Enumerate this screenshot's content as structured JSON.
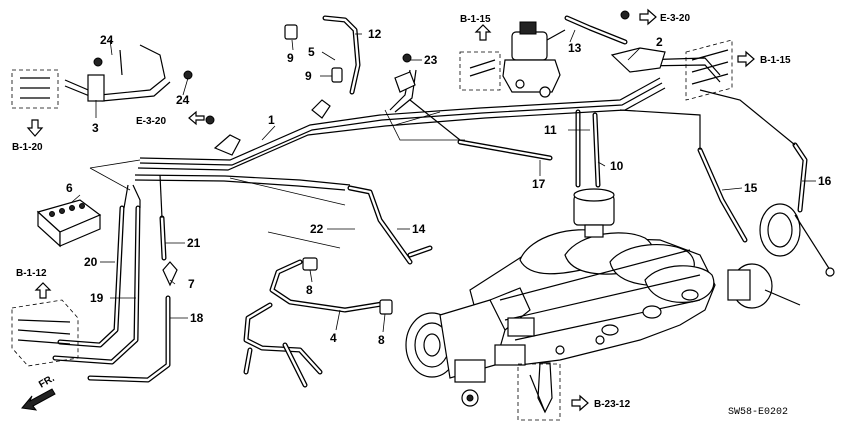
{
  "diagram": {
    "drawing_code": "SW58-E0202",
    "front_label": "FR.",
    "callouts": {
      "c1": "1",
      "c2": "2",
      "c3": "3",
      "c4": "4",
      "c5": "5",
      "c6": "6",
      "c7": "7",
      "c8a": "8",
      "c8b": "8",
      "c9a": "9",
      "c9b": "9",
      "c10": "10",
      "c11": "11",
      "c12": "12",
      "c13": "13",
      "c14": "14",
      "c15": "15",
      "c16": "16",
      "c17": "17",
      "c18": "18",
      "c19": "19",
      "c20": "20",
      "c21": "21",
      "c22": "22",
      "c23": "23",
      "c24a": "24",
      "c24b": "24"
    },
    "references": {
      "r_b120": "B-1-20",
      "r_e320a": "E-3-20",
      "r_b115a": "B-1-15",
      "r_e320b": "E-3-20",
      "r_b115b": "B-1-15",
      "r_b112": "B-1-12",
      "r_b2312": "B-23-12"
    }
  }
}
